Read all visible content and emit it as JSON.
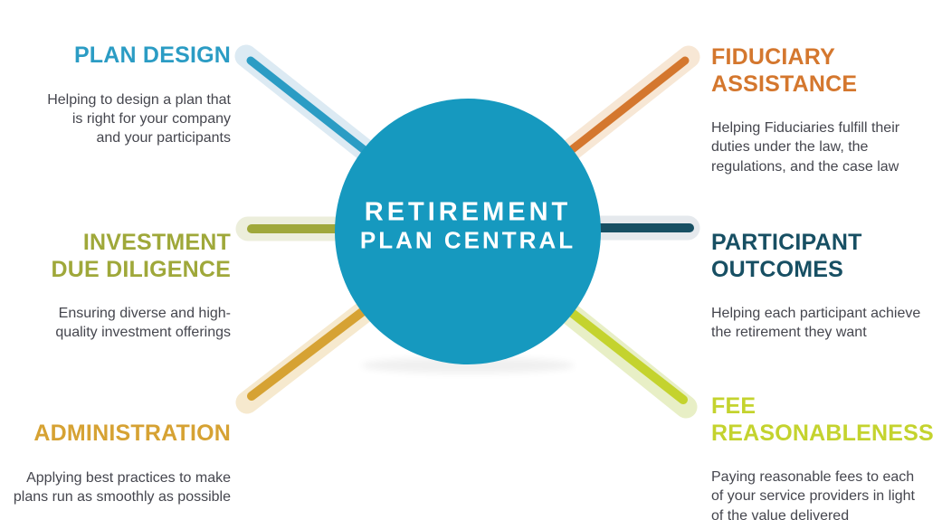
{
  "page": {
    "background": "#FFFFFF",
    "body_text_color": "#45464E"
  },
  "center": {
    "title_line1": "RETIREMENT",
    "title_line2": "PLAN CENTRAL",
    "circle_color": "#1699BF",
    "text_color": "#FFFFFF"
  },
  "sections": [
    {
      "id": "plan-design",
      "title": "PLAN DESIGN",
      "description": "Helping to design a plan that\nis right for your company\nand your participants",
      "color": "#2B9CC4",
      "spoke_halo_color": "#DCEAF3"
    },
    {
      "id": "fiduciary-assistance",
      "title": "FIDUCIARY\nASSISTANCE",
      "description": "Helping Fiduciaries fulfill their\nduties under the law, the\nregulations, and the case law",
      "color": "#D4772E",
      "spoke_halo_color": "#F7E7D5"
    },
    {
      "id": "investment-due-diligence",
      "title": "INVESTMENT\nDUE DILIGENCE",
      "description": "Ensuring diverse and high-\nquality investment offerings",
      "color": "#9FA83A",
      "spoke_halo_color": "#ECEEDB"
    },
    {
      "id": "participant-outcomes",
      "title": "PARTICIPANT\nOUTCOMES",
      "description": "Helping each participant achieve\nthe retirement they want",
      "color": "#174F63",
      "spoke_halo_color": "#E5E9ED"
    },
    {
      "id": "administration",
      "title": "ADMINISTRATION",
      "description": "Applying best practices to make\nplans run as smoothly as possible",
      "color": "#D6A233",
      "spoke_halo_color": "#F6E9CE"
    },
    {
      "id": "fee-reasonableness",
      "title": "FEE\nREASONABLENESS",
      "description": "Paying reasonable fees to each\nof your service providers in light\nof the value delivered",
      "color": "#C4D32E",
      "spoke_halo_color": "#E8EFC6"
    }
  ]
}
